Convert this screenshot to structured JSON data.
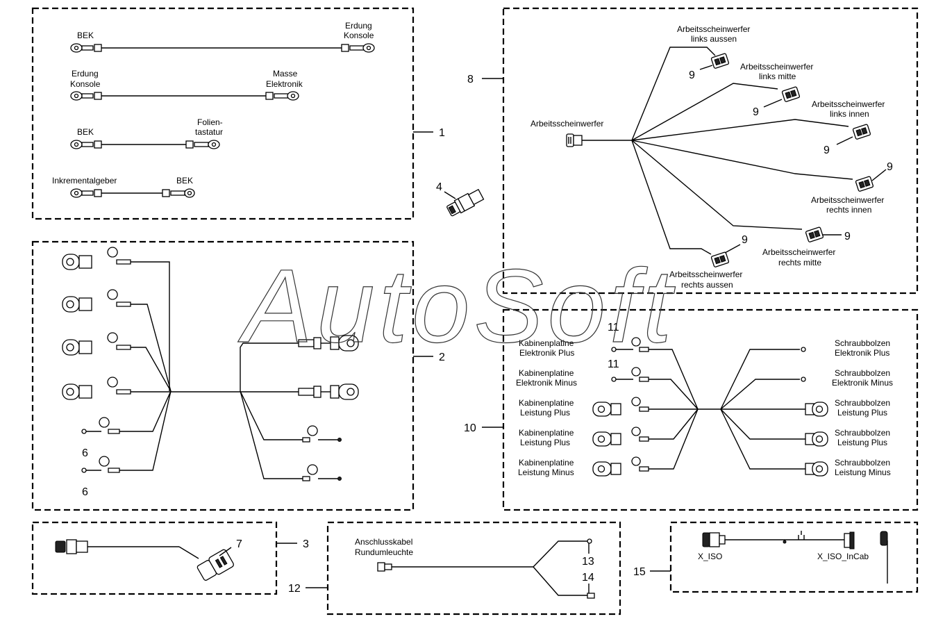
{
  "watermark": "AutoSoft",
  "groups": [
    {
      "number": "1",
      "labels": [
        "BEK",
        "Erdung",
        "Konsole",
        "Erdung",
        "Konsole",
        "Masse",
        "Elektronik",
        "BEK",
        "Folien-",
        "tastatur",
        "Inkrementalgeber",
        "BEK"
      ]
    },
    {
      "number": "2",
      "labels": [
        "6",
        "6"
      ]
    },
    {
      "number": "3",
      "labels": [
        "7"
      ]
    },
    {
      "number": "4",
      "labels": []
    },
    {
      "number": "8",
      "labels": [
        "Arbeitsscheinwerfer",
        "Arbeitsscheinwerfer",
        "links aussen",
        "Arbeitsscheinwerfer",
        "links mitte",
        "Arbeitsscheinwerfer",
        "links innen",
        "Arbeitsscheinwerfer",
        "rechts innen",
        "Arbeitsscheinwerfer",
        "rechts mitte",
        "Arbeitsscheinwerfer",
        "rechts aussen",
        "9",
        "9",
        "9",
        "9",
        "9",
        "9"
      ]
    },
    {
      "number": "10",
      "labels": [
        "11",
        "11",
        "Kabinenplatine",
        "Elektronik Plus",
        "Kabinenplatine",
        "Elektronik Minus",
        "Kabinenplatine",
        "Leistung Plus",
        "Kabinenplatine",
        "Leistung Plus",
        "Kabinenplatine",
        "Leistung Minus",
        "Schraubbolzen",
        "Elektronik Plus",
        "Schraubbolzen",
        "Elektronik Minus",
        "Schraubbolzen",
        "Leistung Plus",
        "Schraubbolzen",
        "Leistung Plus",
        "Schraubbolzen",
        "Leistung Minus"
      ]
    },
    {
      "number": "12",
      "labels": [
        "Anschlusskabel",
        "Rundumleuchte",
        "13",
        "14"
      ]
    },
    {
      "number": "15",
      "labels": [
        "X_ISO",
        "X_ISO_InCab"
      ]
    }
  ]
}
